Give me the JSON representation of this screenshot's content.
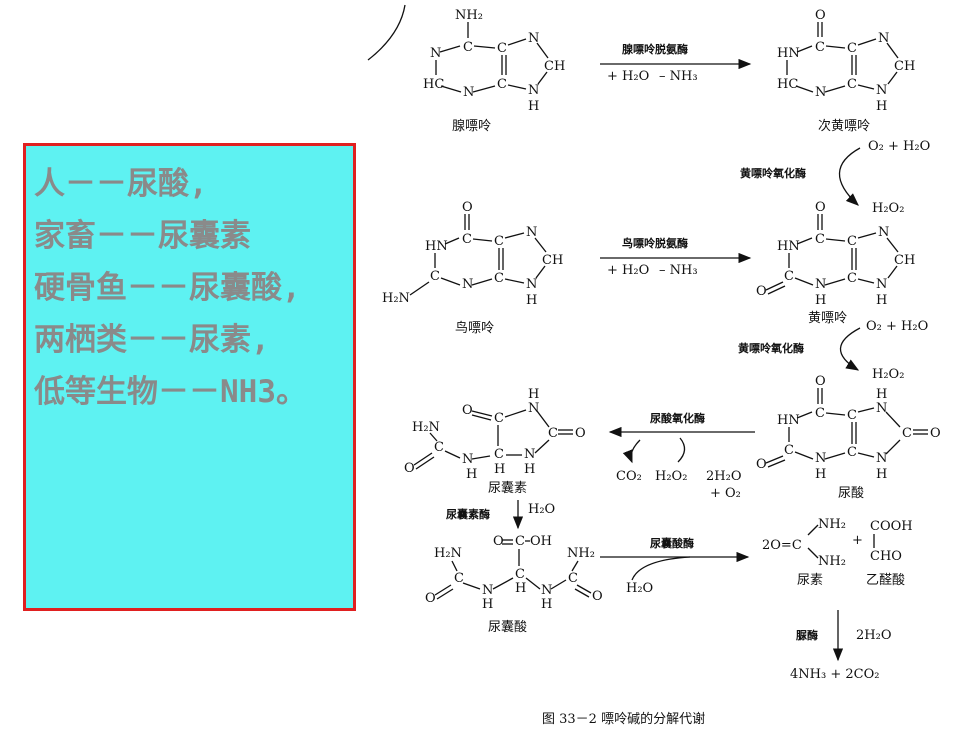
{
  "note_box": {
    "lines": [
      "人－－尿酸,",
      "家畜－－尿囊素",
      "硬骨鱼－－尿囊酸,",
      "两栖类－－尿素,",
      "低等生物－－NH3。"
    ]
  },
  "diagram": {
    "compounds": {
      "adenine": "腺嘌呤",
      "hypoxanthine": "次黄嘌呤",
      "guanine": "鸟嘌呤",
      "xanthine": "黄嘌呤",
      "uric_acid": "尿酸",
      "allantoin": "尿囊素",
      "allantoic_acid": "尿囊酸",
      "urea": "尿素",
      "glyoxylic_acid": "乙醛酸"
    },
    "enzymes": {
      "adenine_deaminase": "腺嘌呤脱氨酶",
      "guanine_deaminase": "鸟嘌呤脱氨酶",
      "xanthine_oxidase_1": "黄嘌呤氧化酶",
      "xanthine_oxidase_2": "黄嘌呤氧化酶",
      "urate_oxidase": "尿酸氧化酶",
      "allantoinase": "尿囊素酶",
      "allantoicase": "尿囊酸酶",
      "urease": "脲酶"
    },
    "reagents": {
      "deam1_in": "+ H₂O",
      "deam1_out": "– NH₃",
      "deam2_in": "+ H₂O",
      "deam2_out": "– NH₃",
      "ox1_in": "O₂ + H₂O",
      "ox1_out": "H₂O₂",
      "ox2_in": "O₂ + H₂O",
      "ox2_out": "H₂O₂",
      "uox_co2": "CO₂",
      "uox_h2o2": "H₂O₂",
      "uox_in1": "2H₂O",
      "uox_in2": "+ O₂",
      "allantoinase_in": "H₂O",
      "allantoicase_in": "H₂O",
      "urease_in": "2H₂O",
      "final_products": "4NH₃ + 2CO₂",
      "urea_formula": "2O=C",
      "plus": "+"
    },
    "caption": "图 33－2   嘌呤碱的分解代谢"
  }
}
